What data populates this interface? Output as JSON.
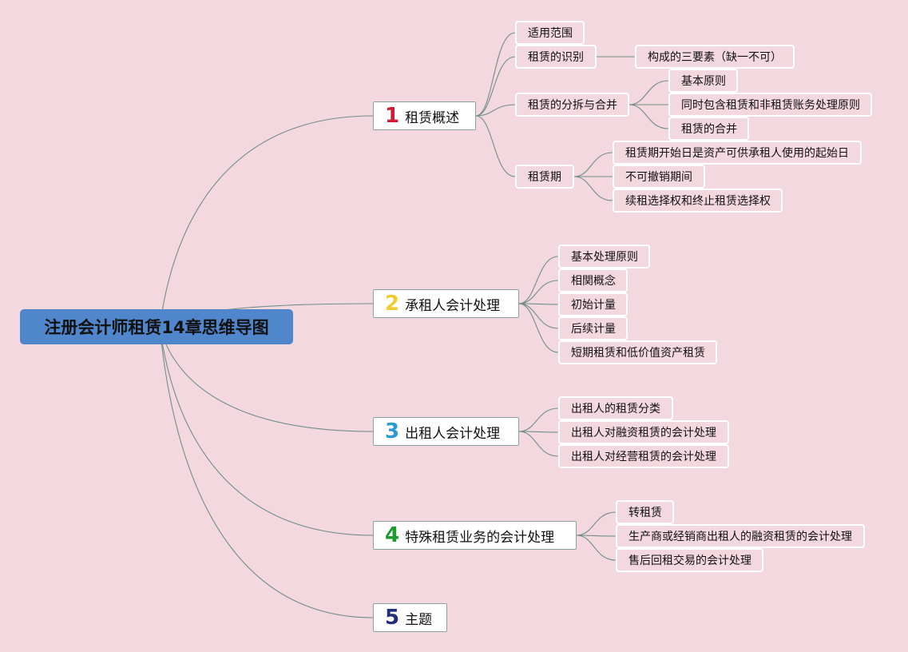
{
  "root": "注册会计师租赁14章思维导图",
  "branches": [
    {
      "num": "1",
      "num_color": "#d11b34",
      "label": "租赁概述",
      "children": [
        {
          "label": "适用范围"
        },
        {
          "label": "租赁的识别",
          "children": [
            "构成的三要素（缺一不可）"
          ]
        },
        {
          "label": "租赁的分拆与合并",
          "children": [
            "基本原则",
            "同时包含租赁和非租赁账务处理原则",
            "租赁的合并"
          ]
        },
        {
          "label": "租赁期",
          "children": [
            "租赁期开始日是资产可供承租人使用的起始日",
            "不可撤销期间",
            "续租选择权和终止租赁选择权"
          ]
        }
      ]
    },
    {
      "num": "2",
      "num_color": "#f2cc2e",
      "label": "承租人会计处理",
      "children": [
        {
          "label": "基本处理原则"
        },
        {
          "label": "相関概念"
        },
        {
          "label": "初始计量"
        },
        {
          "label": "后续计量"
        },
        {
          "label": "短期租赁和低价值资产租赁"
        }
      ]
    },
    {
      "num": "3",
      "num_color": "#2a9ad6",
      "label": "出租人会计处理",
      "children": [
        {
          "label": "出租人的租赁分类"
        },
        {
          "label": "出租人对融资租赁的会计处理"
        },
        {
          "label": "出租人对经营租赁的会计处理"
        }
      ]
    },
    {
      "num": "4",
      "num_color": "#1e9a2e",
      "label": "特殊租赁业务的会计处理",
      "children": [
        {
          "label": "转租赁"
        },
        {
          "label": "生产商或经销商出租人的融资租赁的会计处理"
        },
        {
          "label": "售后回租交易的会计处理"
        }
      ]
    },
    {
      "num": "5",
      "num_color": "#1f2d7a",
      "label": "主题",
      "children": []
    }
  ]
}
